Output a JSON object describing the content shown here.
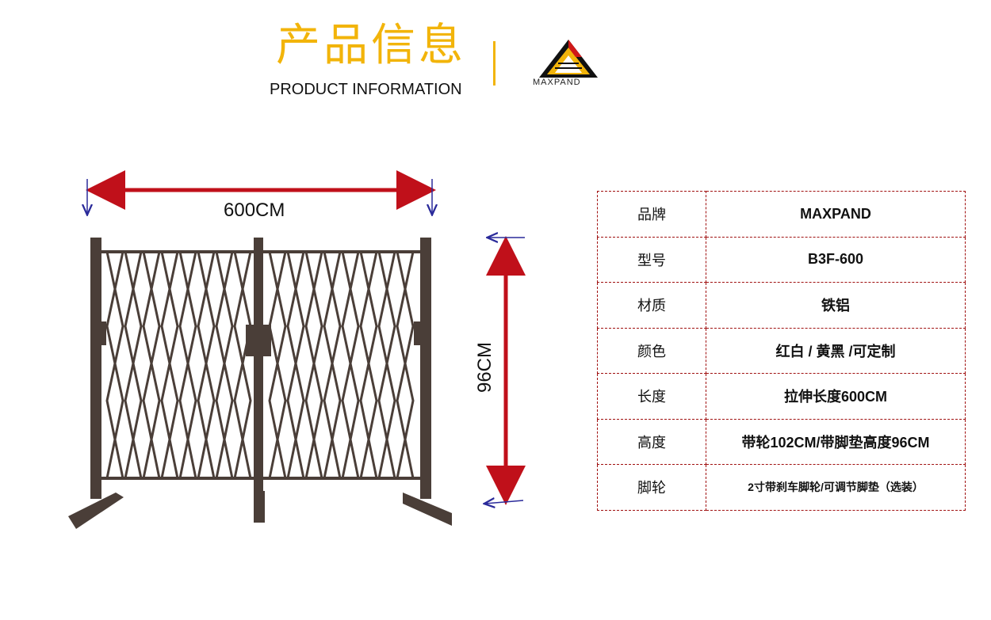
{
  "header": {
    "title_cn": "产品信息",
    "title_en": "PRODUCT INFORMATION",
    "brand_logo_text": "MAXPAND"
  },
  "dimensions": {
    "width_label": "600CM",
    "height_label": "96CM"
  },
  "colors": {
    "accent_yellow": "#f2b40a",
    "arrow_red": "#c0101a",
    "arrow_blue": "#2a2a9a",
    "table_border": "#a01010",
    "fence": "#4a3e38"
  },
  "specs": [
    {
      "key": "品牌",
      "value": "MAXPAND"
    },
    {
      "key": "型号",
      "value": "B3F-600"
    },
    {
      "key": "材质",
      "value": "铁铝"
    },
    {
      "key": "颜色",
      "value": "红白 / 黄黑 /可定制"
    },
    {
      "key": "长度",
      "value": "拉伸长度600CM"
    },
    {
      "key": "高度",
      "value": "带轮102CM/带脚垫高度96CM"
    },
    {
      "key": "脚轮",
      "value": "2寸带刹车脚轮/可调节脚垫（选装）"
    }
  ]
}
